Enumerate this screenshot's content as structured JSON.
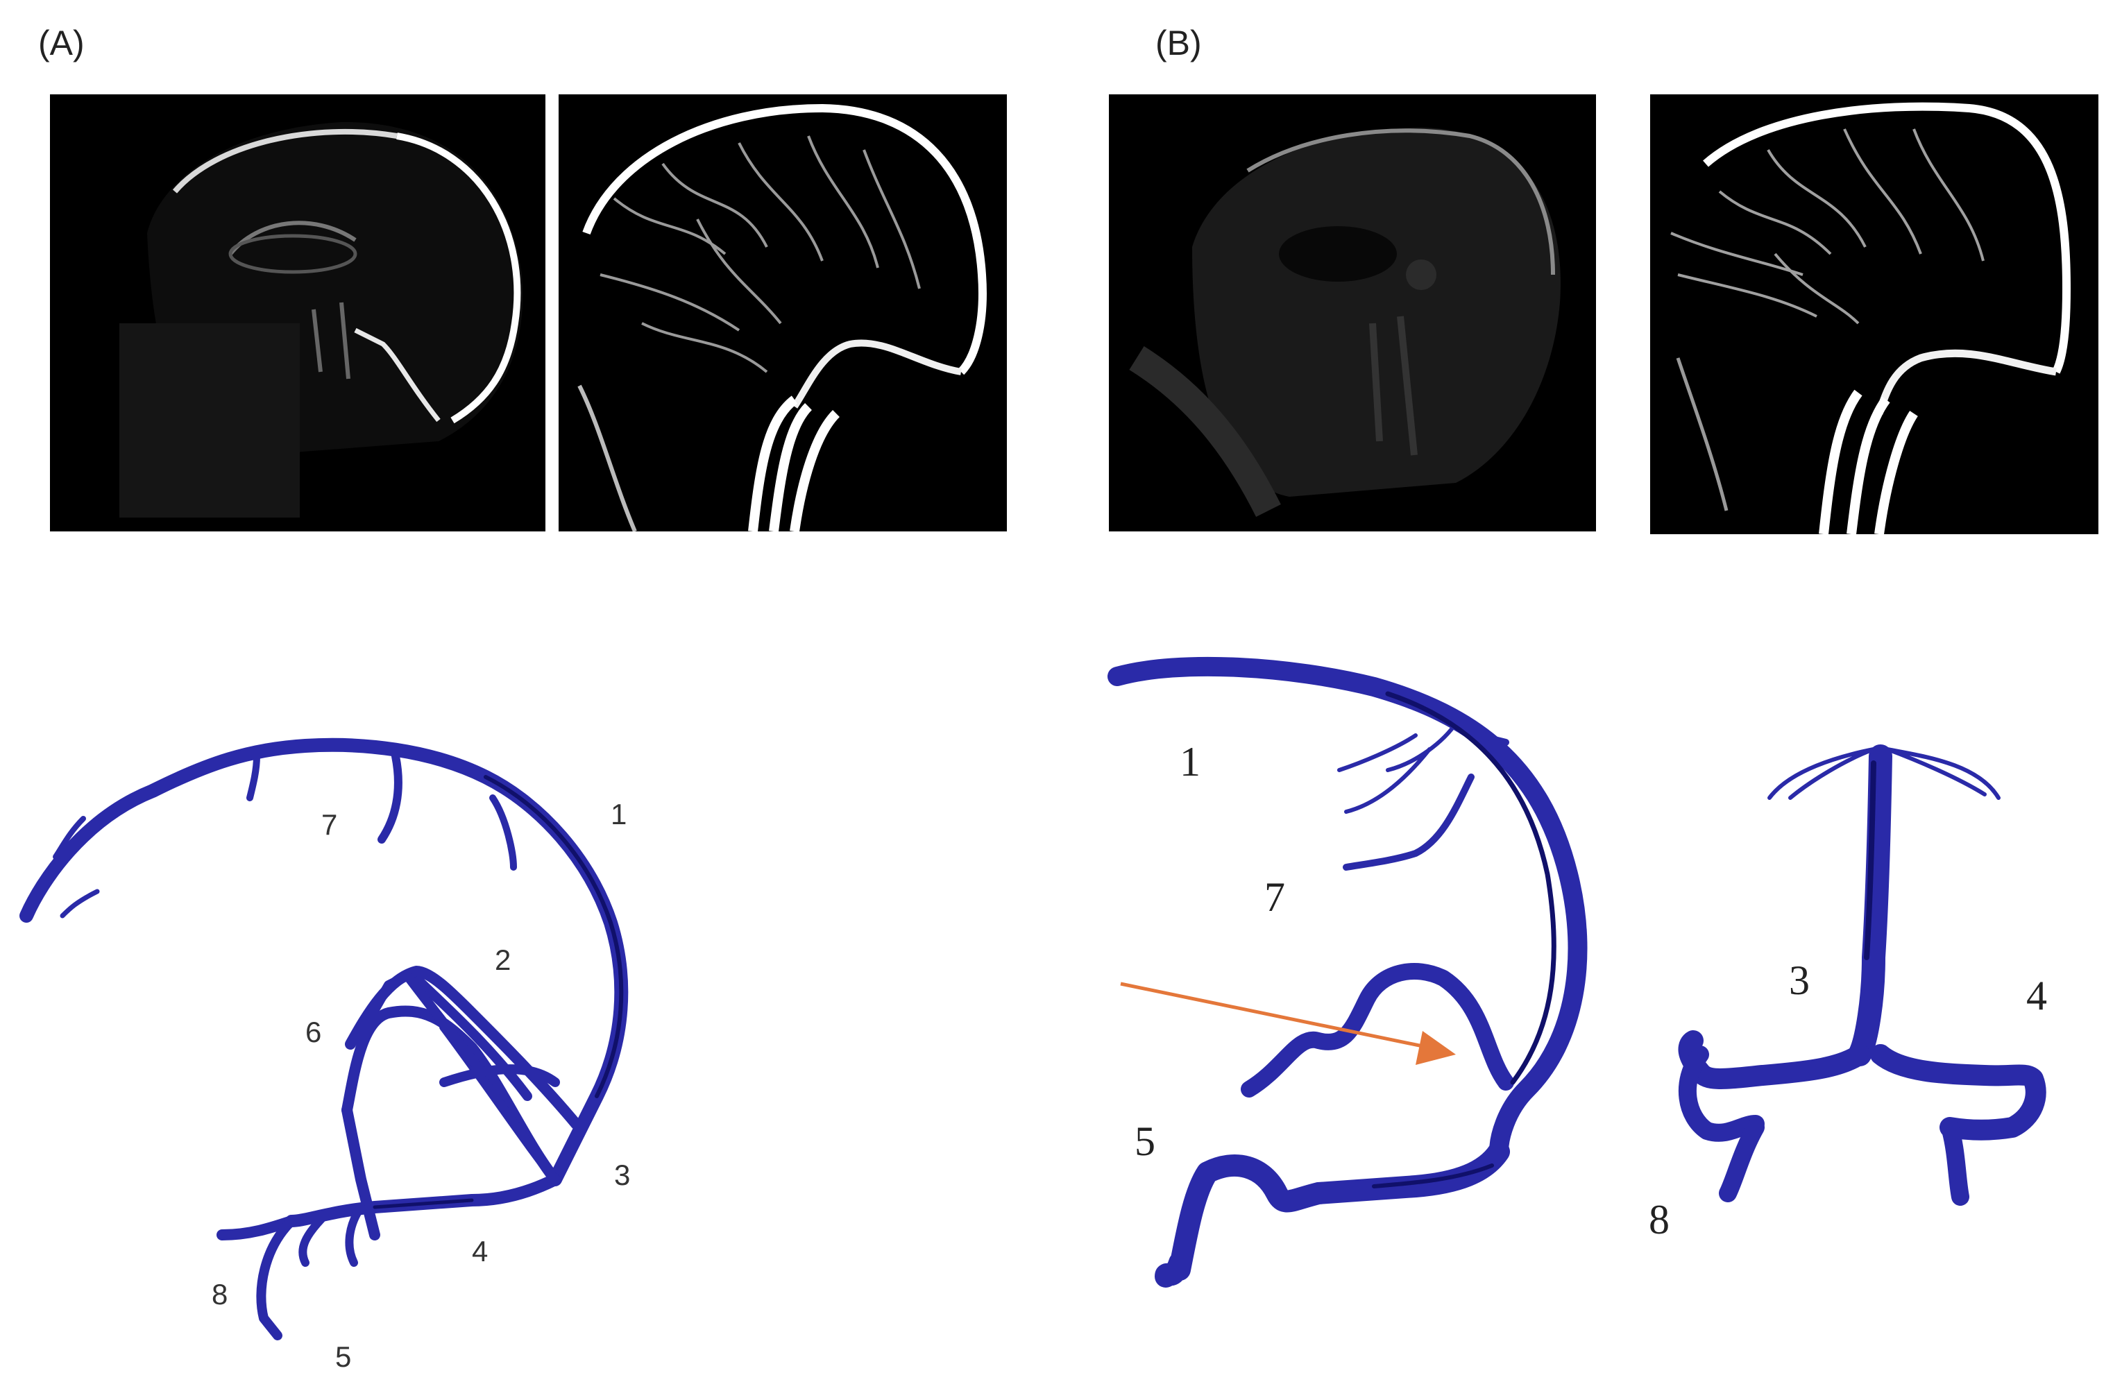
{
  "panels": [
    {
      "label": "(A)"
    },
    {
      "label": "(B)"
    }
  ],
  "images": [
    {
      "name": "mri-sagittal-image"
    },
    {
      "name": "mrv-sagittal-image"
    },
    {
      "name": "mri-sagittal-image"
    },
    {
      "name": "mrv-sagittal-image"
    }
  ],
  "colors": {
    "vessel": "#2a2aa8",
    "vessel_dark": "#10106a",
    "arrow": "#e4773a",
    "image_background": "#000000"
  },
  "labels_a": [
    "1",
    "2",
    "3",
    "4",
    "5",
    "6",
    "7",
    "8"
  ],
  "labels_b": [
    "1",
    "7",
    "5",
    "3",
    "4",
    "8"
  ]
}
